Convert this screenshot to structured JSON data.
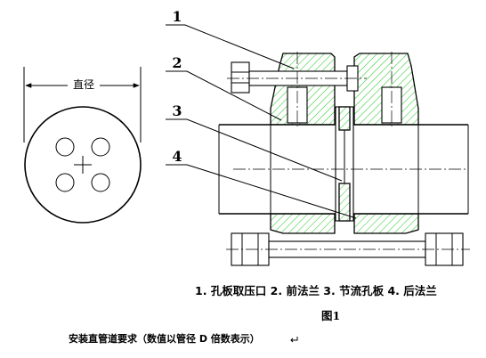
{
  "diagram": {
    "diameter_label": "直径",
    "callouts": [
      "1",
      "2",
      "3",
      "4"
    ],
    "parts_legend": "1. 孔板取压口   2. 前法兰   3. 节流孔板   4. 后法兰",
    "figure_label": "图1",
    "caption": "安装直管道要求（数值以管径 D 倍数表示）",
    "colors": {
      "line": "#000000",
      "hatch": "#33cc33",
      "background": "#ffffff"
    }
  }
}
